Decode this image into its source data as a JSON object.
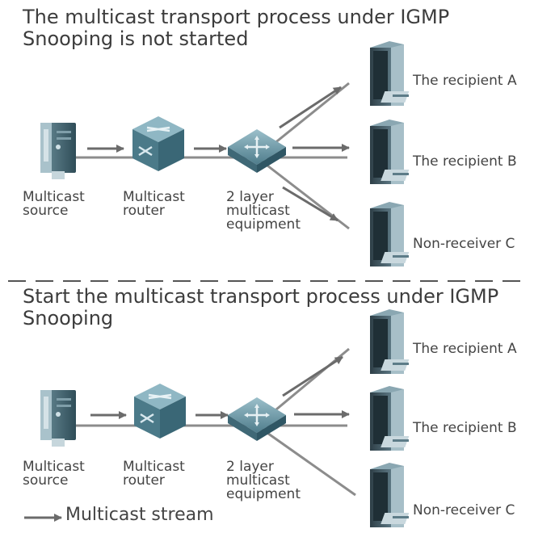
{
  "panels": [
    {
      "title": "The multicast transport process under IGMP\nSnooping is not started",
      "source_label": "Multicast\nsource",
      "router_label": "Multicast\nrouter",
      "switch_label": "2 layer\nmulticast\nequipment",
      "receivers": [
        "The recipient A",
        "The recipient B",
        "Non-receiver C"
      ]
    },
    {
      "title": "Start the multicast transport process under IGMP\nSnooping",
      "source_label": "Multicast\nsource",
      "router_label": "Multicast\nrouter",
      "switch_label": "2 layer\nmulticast\nequipment",
      "receivers": [
        "The recipient A",
        "The recipient B",
        "Non-receiver C"
      ]
    }
  ],
  "legend": {
    "label": "Multicast stream"
  },
  "colors": {
    "text": "#444444",
    "line": "#8c8c8c",
    "arrow": "#6b6b6b",
    "server": "#3f6470",
    "device": "#5e8a99",
    "pc": "#3c4f58"
  }
}
